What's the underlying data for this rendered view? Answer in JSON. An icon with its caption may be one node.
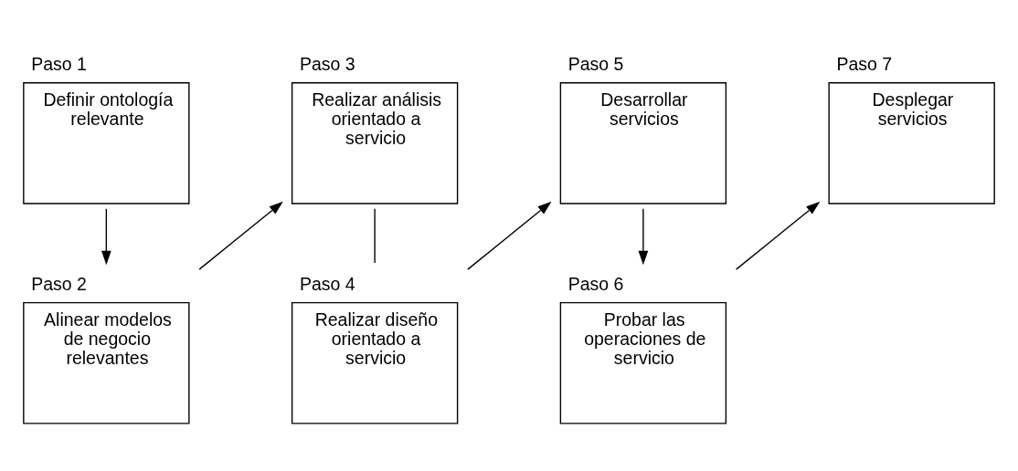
{
  "diagram": {
    "nodes": [
      {
        "text": [
          "Paso 1",
          "Definir ontología relevante"
        ]
      },
      {
        "text": [
          "Paso 2",
          "Alinear modelos de negocio relevantes"
        ]
      },
      {
        "text": [
          "Paso 3",
          "Realizar análisis orientado a servicio"
        ]
      },
      {
        "text": [
          "Paso 4",
          "Realizar diseño orientado a servicio"
        ]
      },
      {
        "text": [
          "Paso 5",
          "Desarrollar servicios"
        ]
      },
      {
        "text": [
          "Paso 6",
          "Probar las operaciones de servicio"
        ]
      },
      {
        "text": [
          "Paso 7",
          "Desplegar servicios"
        ]
      }
    ],
    "edges": [
      {
        "from": 0,
        "to": 1,
        "arrow": "to"
      },
      {
        "from": 1,
        "to": 2,
        "arrow": "to"
      },
      {
        "from": 2,
        "to": 3,
        "arrow": "none"
      },
      {
        "from": 3,
        "to": 4,
        "arrow": "to"
      },
      {
        "from": 4,
        "to": 5,
        "arrow": "to"
      },
      {
        "from": 5,
        "to": 6,
        "arrow": "to"
      }
    ]
  }
}
